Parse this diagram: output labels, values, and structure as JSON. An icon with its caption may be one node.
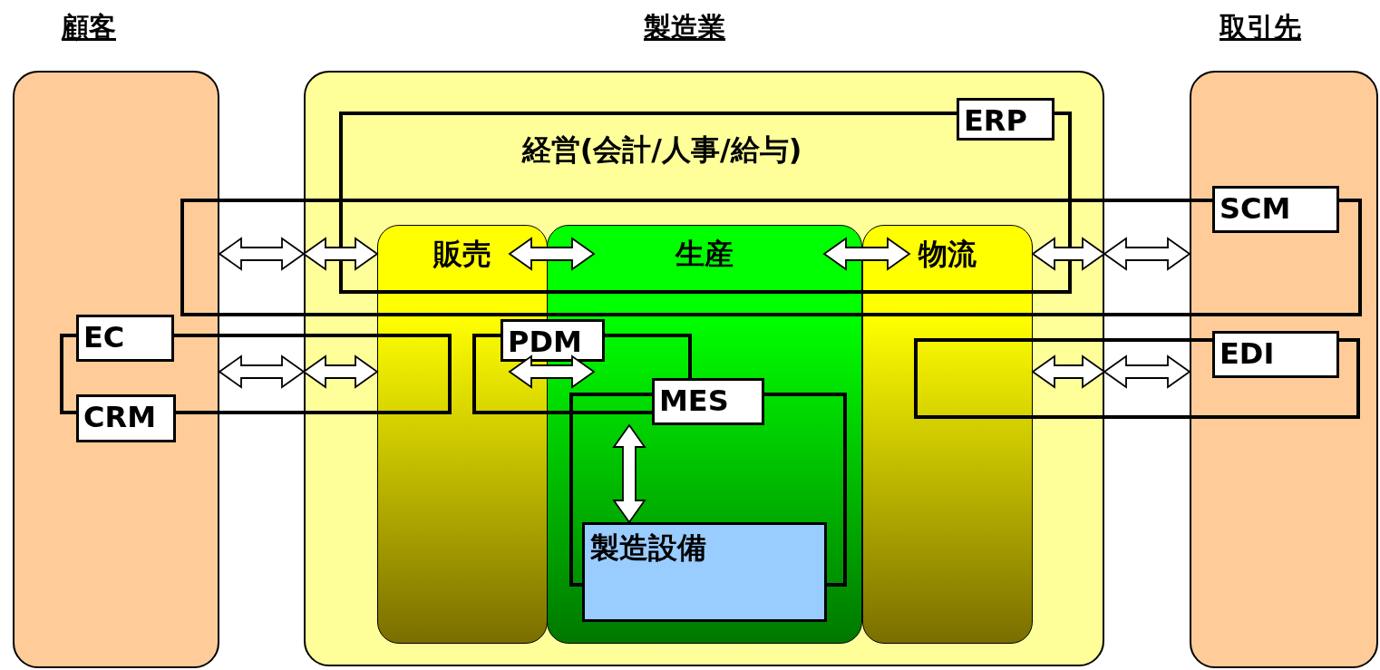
{
  "diagram": {
    "nodes": [
      {
        "text": [
          "顧客"
        ]
      },
      {
        "text": [
          "製造業"
        ]
      },
      {
        "text": [
          "取引先"
        ]
      },
      {
        "text": [
          "販売"
        ],
        "in": 1
      },
      {
        "text": [
          "生産"
        ],
        "in": 1
      },
      {
        "text": [
          "物流"
        ],
        "in": 1
      },
      {
        "text": [
          "ERP"
        ],
        "in": 1
      },
      {
        "text": [
          "SCM"
        ],
        "in": 2
      },
      {
        "text": [
          "EC"
        ],
        "in": 0
      },
      {
        "text": [
          "CRM"
        ],
        "in": 0
      },
      {
        "text": [
          "PDM"
        ],
        "in": 1
      },
      {
        "text": [
          "MES"
        ],
        "in": 4
      },
      {
        "text": [
          "製造設備"
        ],
        "in": 4
      },
      {
        "text": [
          "EDI"
        ],
        "in": 2
      }
    ],
    "edges": [
      {
        "from": 0,
        "to": 1,
        "arrow": "both"
      },
      {
        "from": 1,
        "to": 3,
        "arrow": "both"
      },
      {
        "from": 3,
        "to": 4,
        "arrow": "both"
      },
      {
        "from": 4,
        "to": 5,
        "arrow": "both"
      },
      {
        "from": 5,
        "to": 1,
        "arrow": "both"
      },
      {
        "from": 1,
        "to": 2,
        "arrow": "both"
      },
      {
        "from": 0,
        "to": 1,
        "arrow": "both"
      },
      {
        "from": 1,
        "to": 3,
        "arrow": "both"
      },
      {
        "from": 3,
        "to": 4,
        "arrow": "both"
      },
      {
        "from": 11,
        "to": 12,
        "arrow": "both"
      },
      {
        "from": 5,
        "to": 1,
        "arrow": "both"
      },
      {
        "from": 1,
        "to": 2,
        "arrow": "both"
      }
    ],
    "labels": [
      "経営(会計/人事/給与)"
    ]
  }
}
